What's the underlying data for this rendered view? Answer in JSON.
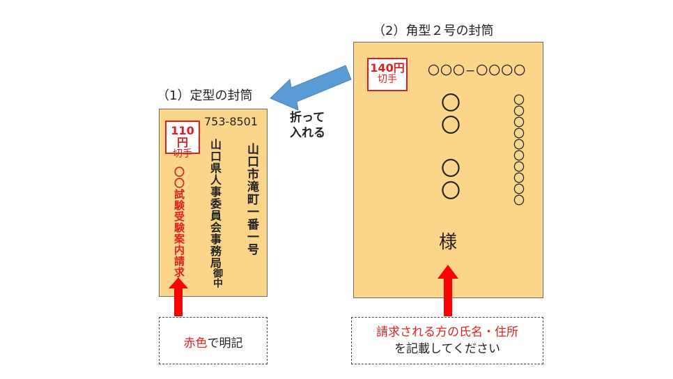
{
  "envelope1": {
    "title": "（1）定型の封筒",
    "stamp_price": "110円",
    "stamp_label": "切手",
    "postcode": "753-8501",
    "address": "山口市滝町一番一号",
    "recipient": "山口県人事委員会事務局",
    "honorific": "御中",
    "note": "〇〇試験受験案内請求"
  },
  "envelope2": {
    "title": "（2）角型２号の封筒",
    "stamp_price": "140円",
    "stamp_label": "切手",
    "postcode": "〇〇〇−〇〇〇〇",
    "address": "〇〇〇〇〇〇〇〇〇〇",
    "name_family": "〇〇",
    "name_given": "〇〇",
    "honorific": "様"
  },
  "fold_label_line1": "折って",
  "fold_label_line2": "入れる",
  "caption1": {
    "red": "赤色",
    "black": "で明記"
  },
  "caption2": {
    "line1": "請求される方の氏名・住所",
    "line2": "を記載してください"
  },
  "colors": {
    "envelope": "#fbd68a",
    "red": "#e02020",
    "arrow_blue": "#5b9bd5",
    "arrow_red": "#ff0000"
  }
}
